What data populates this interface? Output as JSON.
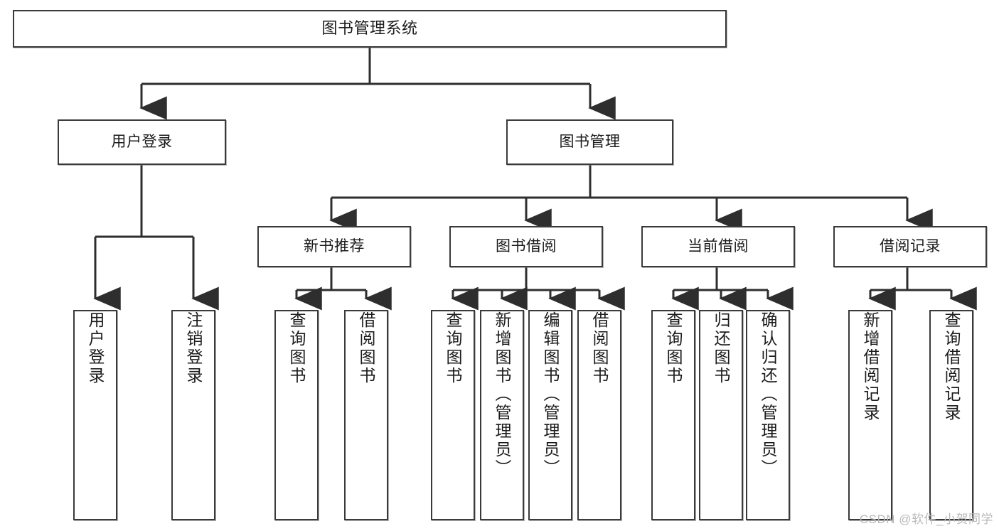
{
  "diagram": {
    "title": "图书管理系统",
    "watermark": "CSDN @软件_小贺同学",
    "stroke_color": "#3a3a3a",
    "text_color": "#1b1b1b",
    "background": "#ffffff",
    "levels": {
      "root": {
        "label": "图书管理系统"
      },
      "level2": [
        {
          "label": "用户登录"
        },
        {
          "label": "图书管理"
        }
      ],
      "level3": [
        {
          "label": "新书推荐"
        },
        {
          "label": "图书借阅"
        },
        {
          "label": "当前借阅"
        },
        {
          "label": "借阅记录"
        }
      ],
      "leaves": {
        "user_login": [
          {
            "label": "用户登录"
          },
          {
            "label": "注销登录"
          }
        ],
        "new_book": [
          {
            "label": "查询图书"
          },
          {
            "label": "借阅图书"
          }
        ],
        "borrow": [
          {
            "label": "查询图书"
          },
          {
            "label": "新增图书（管理员）"
          },
          {
            "label": "编辑图书（管理员）"
          },
          {
            "label": "借阅图书"
          }
        ],
        "current": [
          {
            "label": "查询图书"
          },
          {
            "label": "归还图书"
          },
          {
            "label": "确认归还（管理员）"
          }
        ],
        "records": [
          {
            "label": "新增借阅记录"
          },
          {
            "label": "查询借阅记录"
          }
        ]
      }
    }
  }
}
